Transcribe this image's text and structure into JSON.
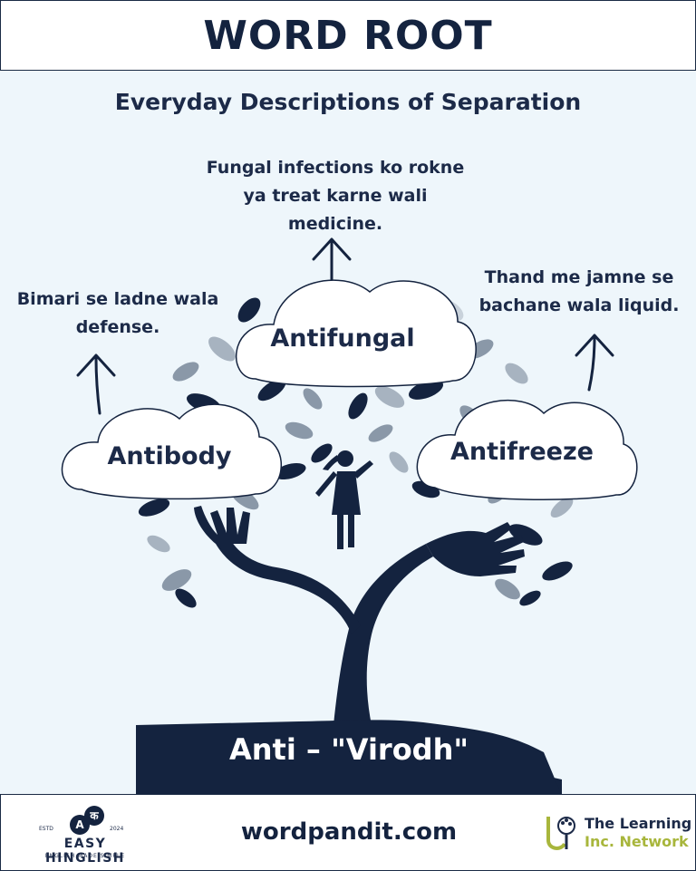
{
  "header": {
    "title": "WORD ROOT"
  },
  "subtitle": "Everyday Descriptions of Separation",
  "root": {
    "label": "Anti – \"Virodh\""
  },
  "words": [
    {
      "word": "Antibody",
      "lines": [
        "Bimari se ladne wala",
        "defense."
      ]
    },
    {
      "word": "Antifungal",
      "lines": [
        "Fungal infections ko rokne",
        "ya treat karne wali",
        "medicine."
      ]
    },
    {
      "word": "Antifreeze",
      "lines": [
        "Thand me jamne se",
        "bachane wala liquid."
      ]
    }
  ],
  "footer": {
    "site": "wordpandit.com",
    "left_logo": {
      "brand": "EASY HINGLISH",
      "tagline": "ENGLISH MADE SIMPLE",
      "estd": "ESTD",
      "year": "2024",
      "glyph_a": "A",
      "glyph_b": "क"
    },
    "right_logo": {
      "line1": "The Learning",
      "line2": "Inc. Network"
    }
  },
  "colors": {
    "navy": "#14233f",
    "panel": "#eef6fb",
    "leaf_grey": "#8a98a8",
    "accent_green": "#a8b63c"
  }
}
